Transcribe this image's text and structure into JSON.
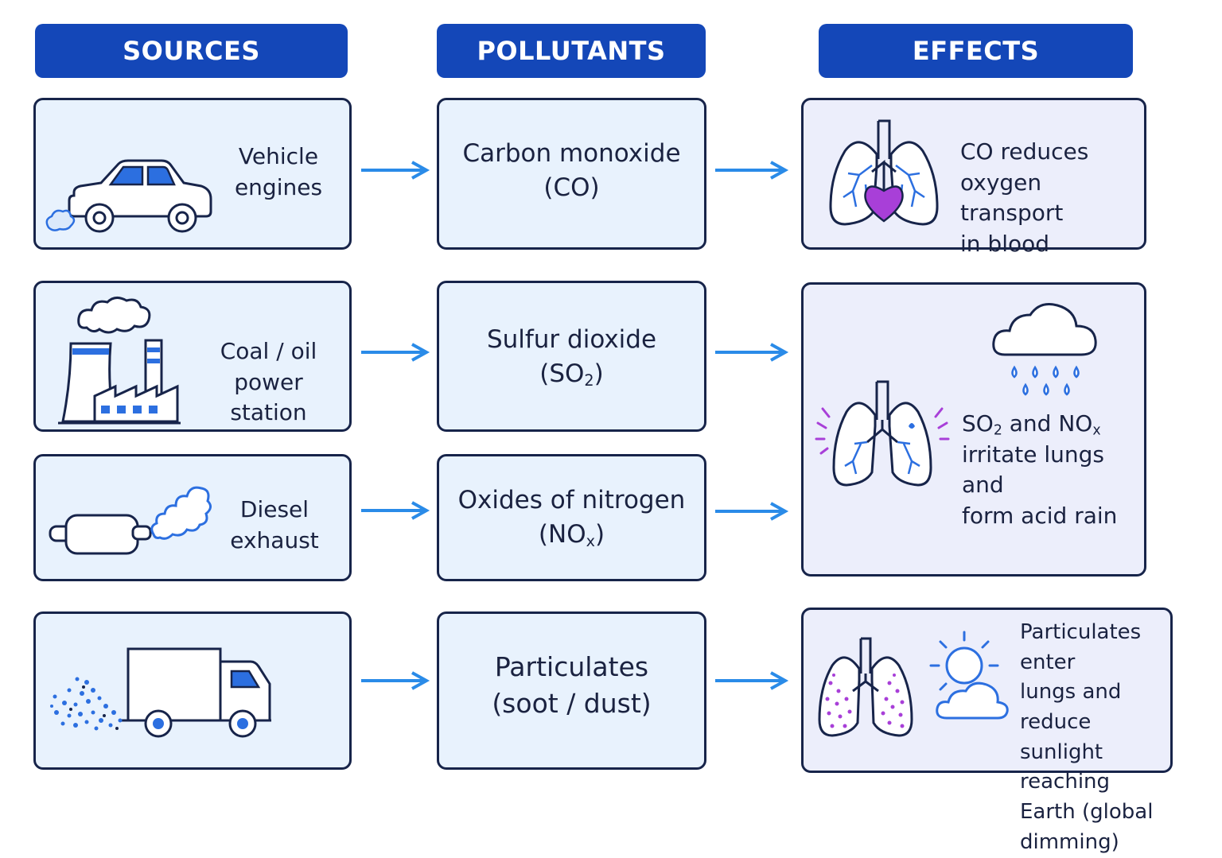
{
  "headers": {
    "sources": "SOURCES",
    "pollutants": "POLLUTANTS",
    "effects": "EFFECTS"
  },
  "sources": {
    "vehicle": {
      "l1": "Vehicle",
      "l2": "engines"
    },
    "power": {
      "l1": "Coal / oil",
      "l2": "power station"
    },
    "diesel": {
      "l1": "Diesel",
      "l2": "exhaust"
    },
    "truck": {}
  },
  "pollutants": {
    "co": {
      "l1": "Carbon monoxide",
      "l2": "(CO)"
    },
    "so2": {
      "l1": "Sulfur dioxide",
      "l2_pre": "(SO",
      "l2_sub": "2",
      "l2_post": ")"
    },
    "nox": {
      "l1": "Oxides of nitrogen",
      "l2_pre": "(NO",
      "l2_sub": "x",
      "l2_post": ")"
    },
    "part": {
      "l1": "Particulates",
      "l2": "(soot / dust)"
    }
  },
  "effects": {
    "co": {
      "l1": "CO reduces",
      "l2": "oxygen transport",
      "l3": "in blood"
    },
    "acid": {
      "l1_a": "SO",
      "l1_sub1": "2",
      "l1_b": " and NO",
      "l1_sub2": "x",
      "l2": "irritate lungs and",
      "l3": "form acid rain"
    },
    "dim": {
      "l1": "Particulates enter",
      "l2": "lungs and reduce",
      "l3": "sunlight reaching",
      "l4": "Earth (global",
      "l5": "dimming)"
    }
  },
  "colors": {
    "header": "#1447b8",
    "arrow": "#2a8be8",
    "outline": "#17244a",
    "source_fill": "#e8f2fd",
    "effect_fill": "#eceefb",
    "accent_blue": "#2c6fe0",
    "accent_purple": "#a83fd8"
  }
}
